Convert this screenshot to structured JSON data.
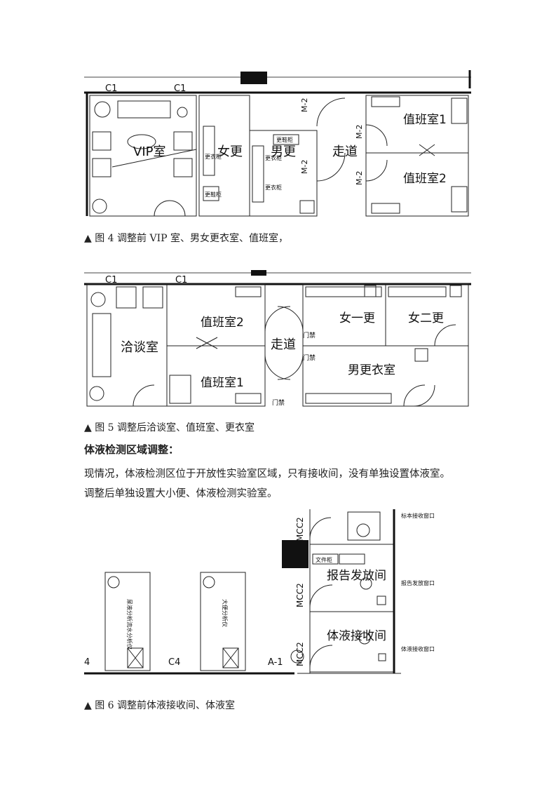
{
  "fig4": {
    "grid_labels": [
      "C1",
      "C1"
    ],
    "rooms": {
      "vip": "VIP室",
      "female_changing": "女更",
      "male_changing": "男更",
      "corridor": "走道",
      "duty1": "值班室1",
      "duty2": "值班室2"
    },
    "door_labels": [
      "M-2",
      "M-2",
      "M-2",
      "M-2"
    ],
    "small_labels": [
      "更鞋柜",
      "更鞋柜",
      "更衣柜",
      "更衣柜",
      "更衣柜"
    ],
    "caption": "▲ 图 4 调整前 VIP 室、男女更衣室、值班室，"
  },
  "fig5": {
    "grid_labels": [
      "C1",
      "C1"
    ],
    "rooms": {
      "negotiation": "洽谈室",
      "duty2": "值班室2",
      "duty1": "值班室1",
      "corridor": "走道",
      "female1": "女一更",
      "female2": "女二更",
      "male_changing": "男更衣室"
    },
    "door_labels": [
      "门禁",
      "门禁",
      "门禁"
    ],
    "caption": "▲ 图 5 调整后洽谈室、值班室、更衣室"
  },
  "section": {
    "heading": "体液检测区域调整：",
    "para1": "现情况，体液检测区位于开放性实验室区域，只有接收间，没有单独设置体液室。",
    "para2": "调整后单独设置大小便、体液检测实验室。"
  },
  "fig6": {
    "door_labels": [
      "MCC2",
      "MCC2",
      "MCC2"
    ],
    "rooms": {
      "report": "报告发放间",
      "fluid_receive": "体液接收间"
    },
    "cabinet": "文件柜",
    "window_labels": [
      "标本接收窗口",
      "报告发放窗口",
      "体液接收窗口"
    ],
    "analyzers": [
      "尿液分析流水分析仪",
      "大便分析仪"
    ],
    "grid_labels": [
      "4",
      "C4",
      "A-1"
    ],
    "caption": "▲ 图 6 调整前体液接收间、体液室"
  }
}
